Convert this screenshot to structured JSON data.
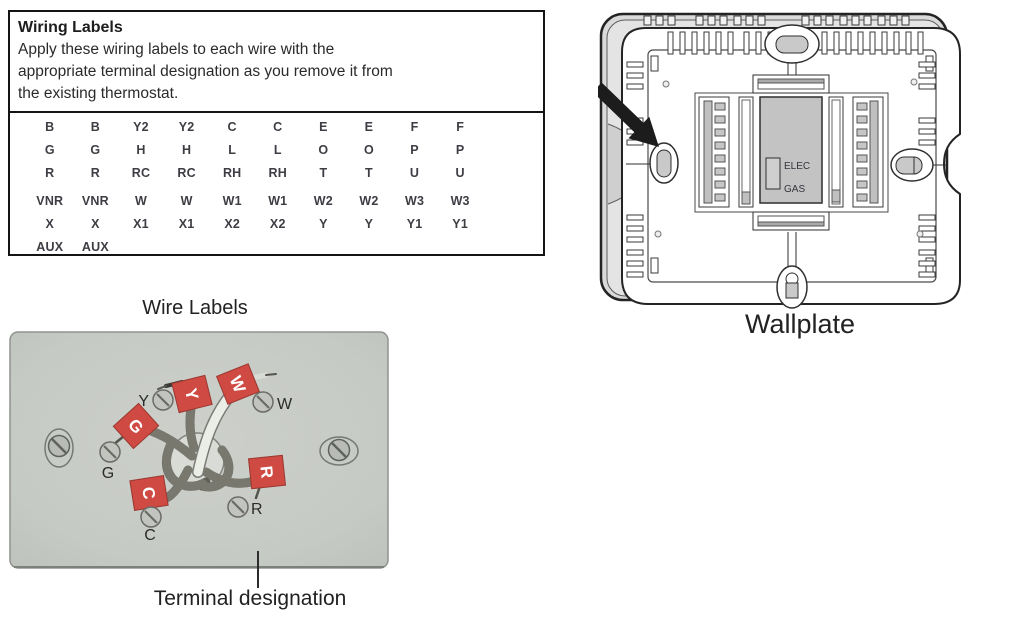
{
  "wiring_box": {
    "title": "Wiring Labels",
    "body_lines": [
      "Apply these wiring labels to each wire with the",
      "appropriate terminal designation as you remove it from",
      "the existing thermostat."
    ],
    "rows": [
      [
        "B",
        "B",
        "Y2",
        "Y2",
        "C",
        "C",
        "E",
        "E",
        "F",
        "F"
      ],
      [
        "G",
        "G",
        "H",
        "H",
        "L",
        "L",
        "O",
        "O",
        "P",
        "P"
      ],
      [
        "R",
        "R",
        "RC",
        "RC",
        "RH",
        "RH",
        "T",
        "T",
        "U",
        "U"
      ],
      [
        "VNR",
        "VNR",
        "W",
        "W",
        "W1",
        "W1",
        "W2",
        "W2",
        "W3",
        "W3"
      ],
      [
        "X",
        "X",
        "X1",
        "X1",
        "X2",
        "X2",
        "Y",
        "Y",
        "Y1",
        "Y1"
      ],
      [
        "AUX",
        "AUX",
        "",
        "",
        "",
        "",
        "",
        "",
        "",
        ""
      ]
    ]
  },
  "wallplate": {
    "caption": "Wallplate",
    "switch_labels": {
      "elec": "ELEC",
      "gas": "GAS"
    }
  },
  "wire_photo": {
    "caption": "Wire Labels",
    "pointer_caption": "Terminal designation",
    "wire_tags": {
      "g": "G",
      "y": "Y",
      "w": "W",
      "c": "C",
      "r": "R"
    },
    "terminals": {
      "g": "G",
      "y": "Y",
      "w": "W",
      "c": "C",
      "r": "R"
    }
  },
  "colors": {
    "tag_red": "#ce4a42",
    "plate_gray": "#c6cac4",
    "ink": "#2f2f2f"
  }
}
